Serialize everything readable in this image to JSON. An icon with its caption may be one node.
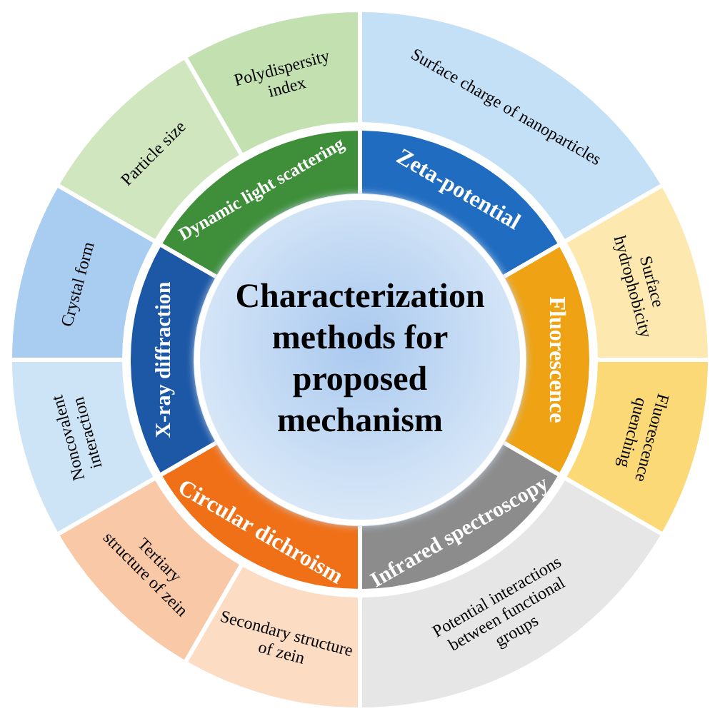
{
  "diagram": {
    "nodes": [
      {
        "text": [
          "Characterization methods for proposed mechanism"
        ]
      },
      {
        "text": [
          "Dynamic light scattering"
        ]
      },
      {
        "text": [
          "Zeta-potential"
        ]
      },
      {
        "text": [
          "Fluorescence"
        ]
      },
      {
        "text": [
          "Infrared spectroscopy"
        ]
      },
      {
        "text": [
          "Circular dichroism"
        ]
      },
      {
        "text": [
          "X-ray diffraction"
        ]
      },
      {
        "text": [
          "Particle size"
        ]
      },
      {
        "text": [
          "Polydispersity index"
        ]
      },
      {
        "text": [
          "Surface charge of nanoparticles"
        ]
      },
      {
        "text": [
          "Surface hydrophobicity"
        ]
      },
      {
        "text": [
          "Fluorescence quenching"
        ]
      },
      {
        "text": [
          "Potential interactions between functional groups"
        ]
      },
      {
        "text": [
          "Secondary structure of zein"
        ]
      },
      {
        "text": [
          "Tertiary structure of zein"
        ]
      },
      {
        "text": [
          "Noncovalent interaction"
        ]
      },
      {
        "text": [
          "Crystal form"
        ]
      }
    ]
  }
}
